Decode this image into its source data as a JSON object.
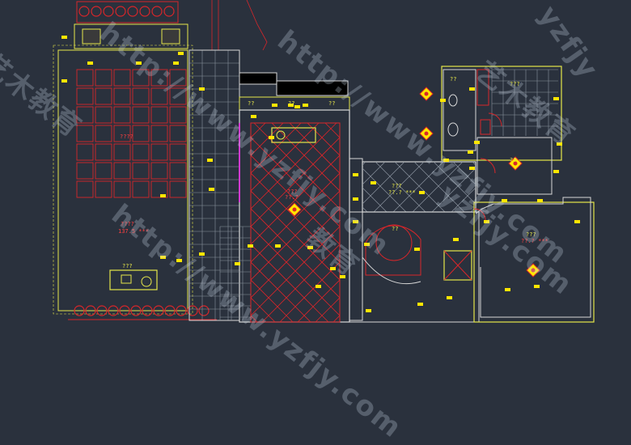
{
  "colors": {
    "background": "#2a313d",
    "wall_yellow": "#e6e64a",
    "wall_white": "#d8d8d8",
    "grid_red": "#d8262a",
    "grid_gray": "#8a939e",
    "tag_yellow": "#ffe600",
    "magenta": "#d03ad0"
  },
  "labels": {
    "left_top": "????",
    "left_area": "????",
    "left_area_size": "137.5 ***",
    "left_bottom_box": "???",
    "center_top_1": "??",
    "center_top_2": "??",
    "center_top_3": "??",
    "center_room": "???",
    "center_room_size": "??.?",
    "hall": "???",
    "hall_size": "??.? ***",
    "stair": "??",
    "right_room": "???",
    "right_room_size": "??.? ***",
    "right_top": "???",
    "small_room": "??",
    "bath": "??"
  },
  "watermarks": [
    "http://www.yzfjy.com",
    "http://www.yzfjy.com",
    "http://www.yzfjy.com",
    "yzfjy.com",
    "艺木教育",
    "艺木教育",
    "教育",
    "yzfjy"
  ]
}
